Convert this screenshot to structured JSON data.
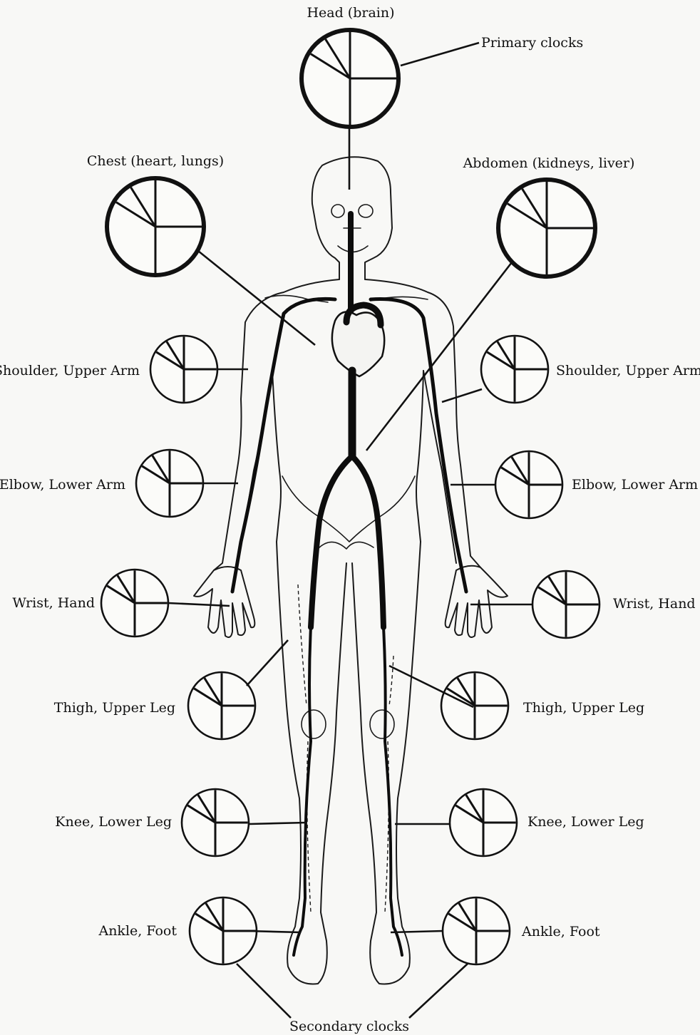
{
  "labels": {
    "head": "Head (brain)",
    "primary": "Primary clocks",
    "chest": "Chest (heart, lungs)",
    "abdomen": "Abdomen (kidneys, liver)",
    "shoulder_left": "Shoulder, Upper Arm",
    "shoulder_right": "Shoulder, Upper Arm",
    "elbow_left": "Elbow, Lower Arm",
    "elbow_right": "Elbow, Lower Arm",
    "wrist_left": "Wrist, Hand",
    "wrist_right": "Wrist, Hand",
    "thigh_left": "Thigh, Upper Leg",
    "thigh_right": "Thigh, Upper Leg",
    "knee_left": "Knee, Lower Leg",
    "knee_right": "Knee, Lower Leg",
    "ankle_left": "Ankle, Foot",
    "ankle_right": "Ankle, Foot",
    "secondary": "Secondary clocks"
  },
  "clocks": {
    "primary": [
      "head",
      "chest",
      "abdomen"
    ],
    "secondary": [
      "shoulder-left",
      "shoulder-right",
      "elbow-left",
      "elbow-right",
      "wrist-left",
      "wrist-right",
      "thigh-left",
      "thigh-right",
      "knee-left",
      "knee-right",
      "ankle-left",
      "ankle-right"
    ]
  },
  "colors": {
    "ink": "#111111",
    "paper": "#f8f8f6"
  }
}
